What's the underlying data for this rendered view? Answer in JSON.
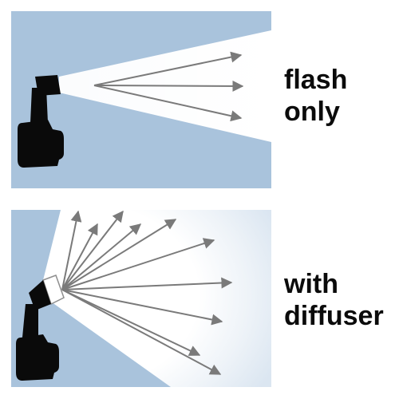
{
  "panels": {
    "top": {
      "caption_line1": "flash",
      "caption_line2": "only"
    },
    "bottom": {
      "caption_line1": "with",
      "caption_line2": "diffuser"
    }
  },
  "colors": {
    "background_blue": "#a9c3dc",
    "light": "#ffffff",
    "arrow": "#7a7a7a",
    "camera": "#0a0a0a"
  },
  "icons": [
    "camera-icon",
    "flash-icon",
    "diffuser-icon"
  ]
}
